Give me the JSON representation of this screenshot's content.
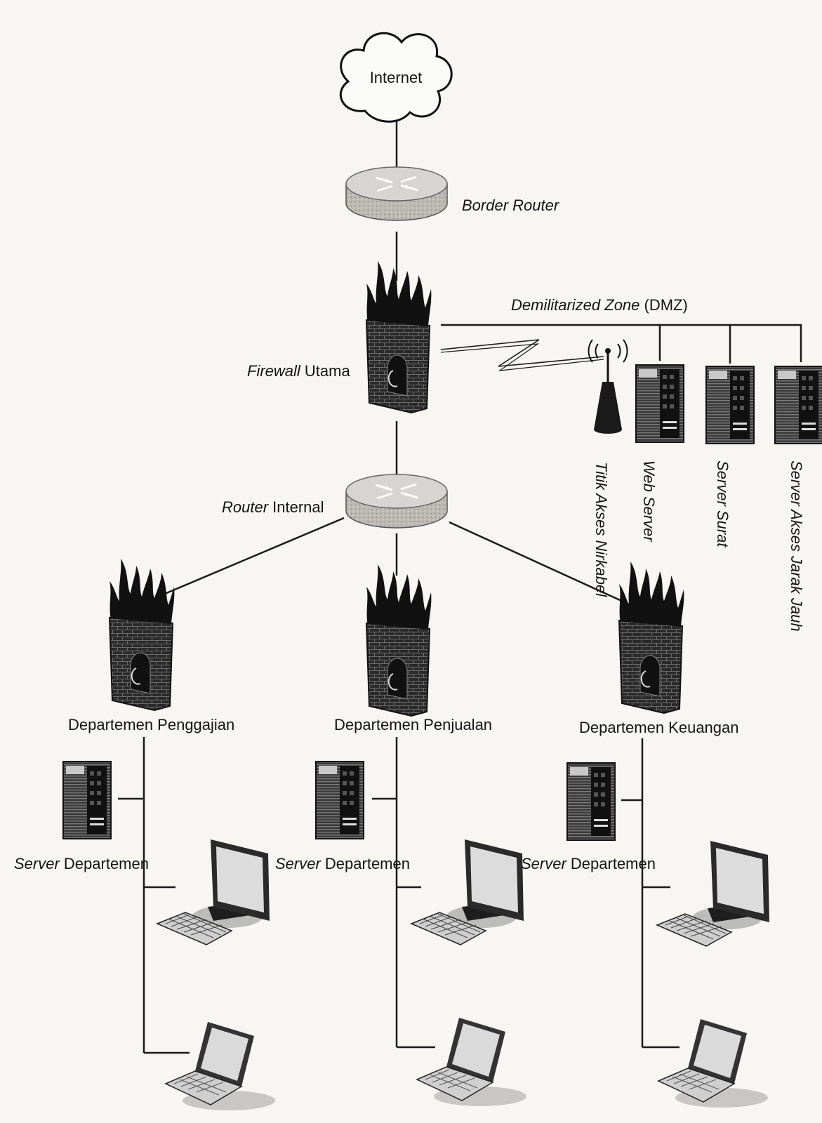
{
  "labels": {
    "internet": "Internet",
    "border_router": "Border Router",
    "dmz_italic": "Demilitarized Zone",
    "dmz_suffix": " (DMZ)",
    "firewall_italic": "Firewall",
    "firewall_suffix": " Utama",
    "router_internal_italic": "Router",
    "router_internal_suffix": " Internal",
    "access_point": "Titik Akses Nirkabel",
    "web_server": "Web Server",
    "mail_server": "Server Surat",
    "remote_server": "Server Akses Jarak Jauh",
    "dept_payroll": "Departemen Penggajian",
    "dept_sales": "Departemen Penjualan",
    "dept_finance": "Departemen Keuangan",
    "dept_server_italic": "Server",
    "dept_server_suffix": " Departemen"
  },
  "icons": {
    "cloud": "internet-cloud-icon",
    "router": "router-icon",
    "firewall": "firewall-icon",
    "server": "server-tower-icon",
    "access_point": "wireless-access-point-icon",
    "desktop": "desktop-computer-icon",
    "laptop": "laptop-icon"
  }
}
